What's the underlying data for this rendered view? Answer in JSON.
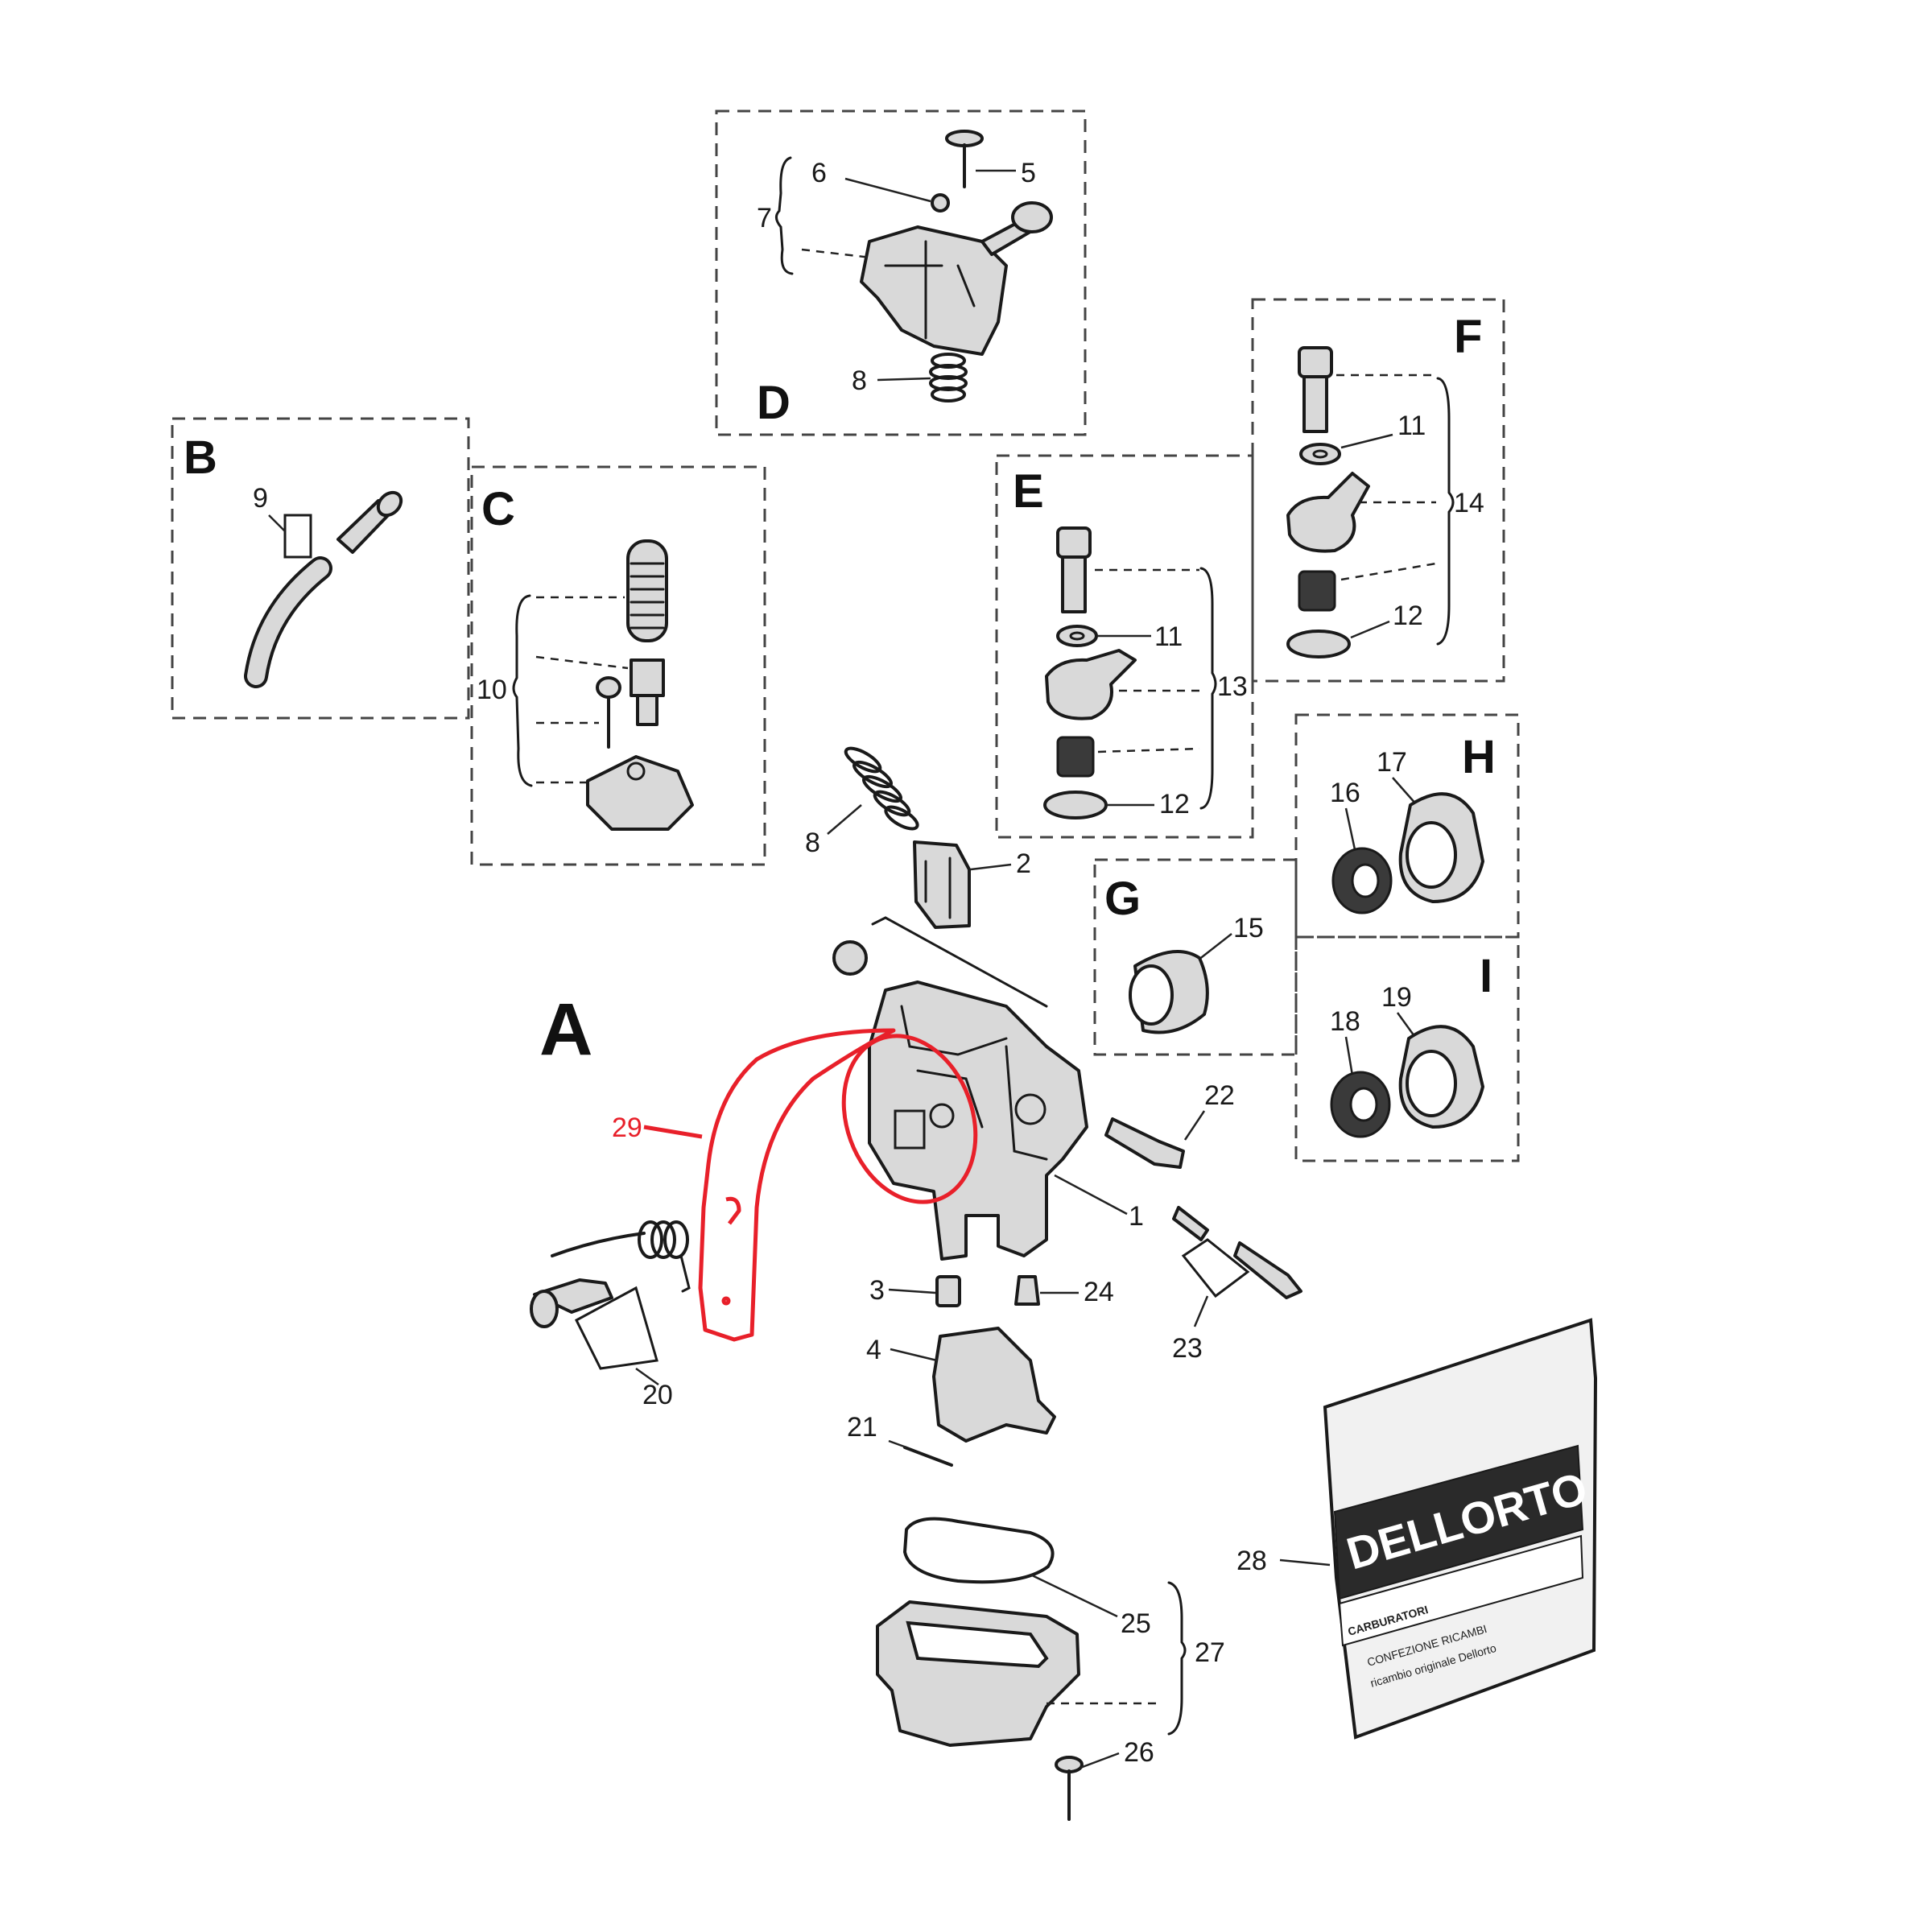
{
  "diagram": {
    "main_group_label": "A",
    "group_labels": {
      "B": "B",
      "C": "C",
      "D": "D",
      "E": "E",
      "F": "F",
      "G": "G",
      "H": "H",
      "I": "I"
    },
    "part_numbers": {
      "n1": "1",
      "n2": "2",
      "n3": "3",
      "n4": "4",
      "n5": "5",
      "n6": "6",
      "n7": "7",
      "n8a": "8",
      "n8b": "8",
      "n9": "9",
      "n10": "10",
      "n11e": "11",
      "n11f": "11",
      "n12e": "12",
      "n12f": "12",
      "n13": "13",
      "n14": "14",
      "n15": "15",
      "n16": "16",
      "n17": "17",
      "n18": "18",
      "n19": "19",
      "n20": "20",
      "n21": "21",
      "n22": "22",
      "n23": "23",
      "n24": "24",
      "n25": "25",
      "n26": "26",
      "n27": "27",
      "n28": "28"
    },
    "highlighted_part": {
      "number": "29",
      "color": "#e8202a"
    },
    "bag": {
      "brand": "DELLORTO",
      "line1": "CARBURATORI",
      "line2": "CONFEZIONE RICAMBI",
      "line3": "ricambio originale Dellorto"
    }
  }
}
